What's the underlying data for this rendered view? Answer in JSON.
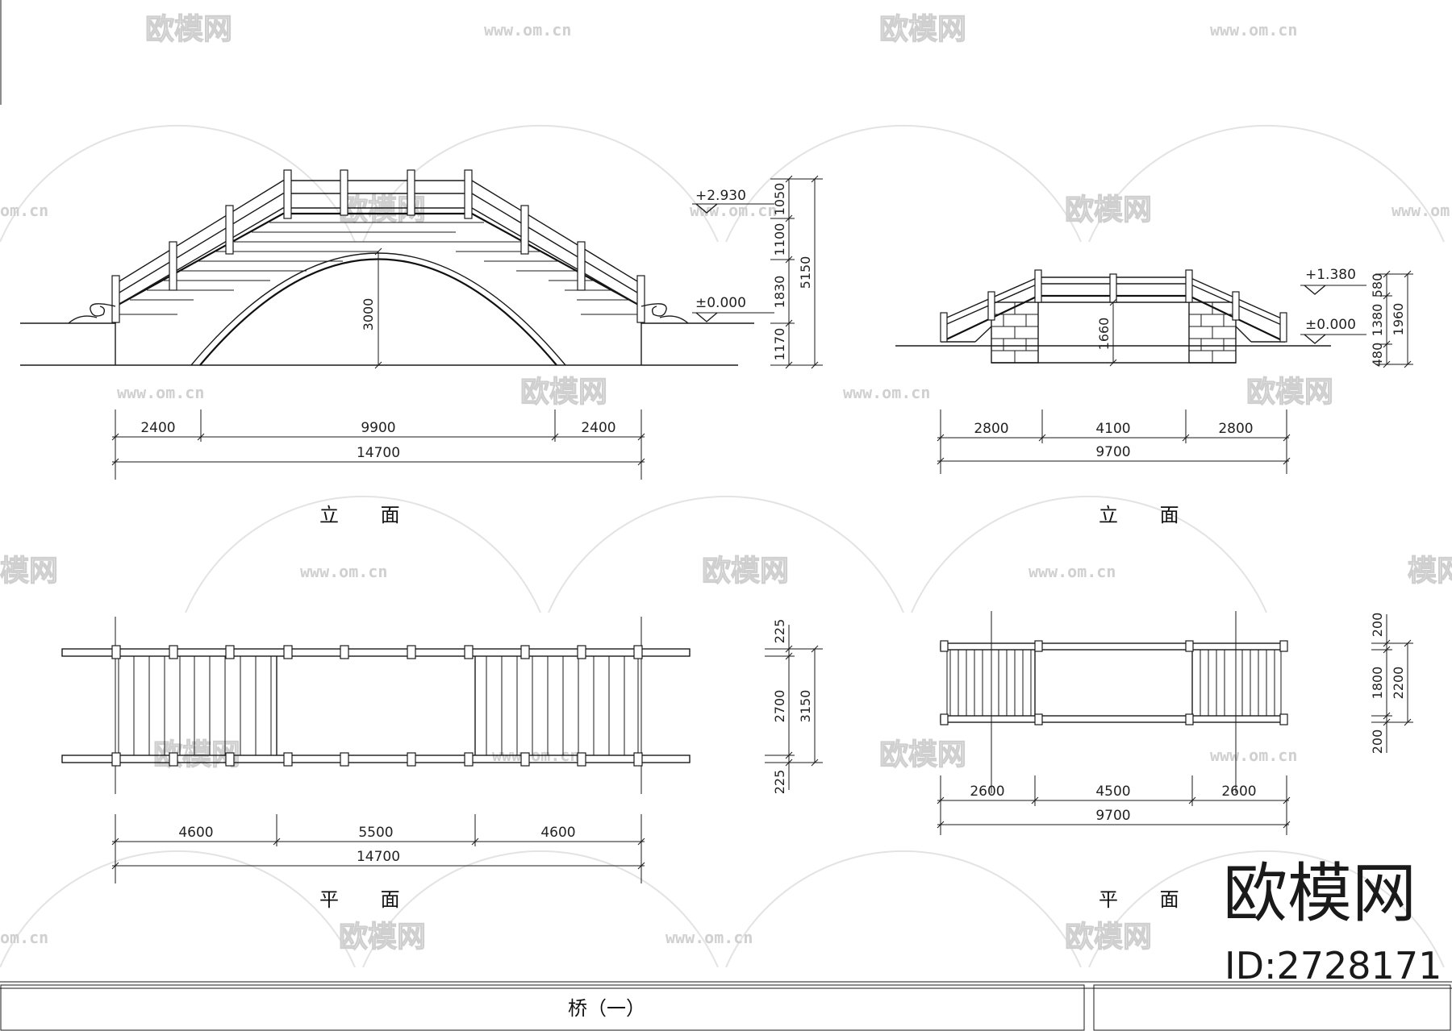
{
  "drawing": {
    "title": "桥（一）",
    "views": {
      "left_elevation": {
        "caption": "立 面",
        "levels": {
          "top": "+2.930",
          "base": "±0.000"
        },
        "arch_height": "3000",
        "vertical_dims": [
          "1050",
          "1100",
          "1830",
          "1170"
        ],
        "overall_height": "5150",
        "horizontal_dims": [
          "2400",
          "9900",
          "2400"
        ],
        "overall_length": "14700"
      },
      "right_elevation": {
        "caption": "立 面",
        "levels": {
          "top": "+1.380",
          "base": "±0.000"
        },
        "opening_height": "1660",
        "vertical_dims": [
          "580",
          "1380",
          "480"
        ],
        "overall_height": "1960",
        "horizontal_dims": [
          "2800",
          "4100",
          "2800"
        ],
        "overall_length": "9700"
      },
      "left_plan": {
        "caption": "平 面",
        "vertical_dims": [
          "225",
          "2700",
          "225"
        ],
        "overall_width": "3150",
        "horizontal_dims": [
          "4600",
          "5500",
          "4600"
        ],
        "overall_length": "14700"
      },
      "right_plan": {
        "caption": "平 面",
        "vertical_dims": [
          "200",
          "1800",
          "200"
        ],
        "overall_width": "2200",
        "horizontal_dims": [
          "2600",
          "4500",
          "2600"
        ],
        "overall_length": "9700"
      }
    }
  },
  "watermark": {
    "brand": "欧模网",
    "url": "www.om.cn",
    "partial_url": "om.cn",
    "partial_brand": "模网"
  },
  "brand_logo": {
    "name": "欧模网",
    "id": "ID:2728171"
  }
}
